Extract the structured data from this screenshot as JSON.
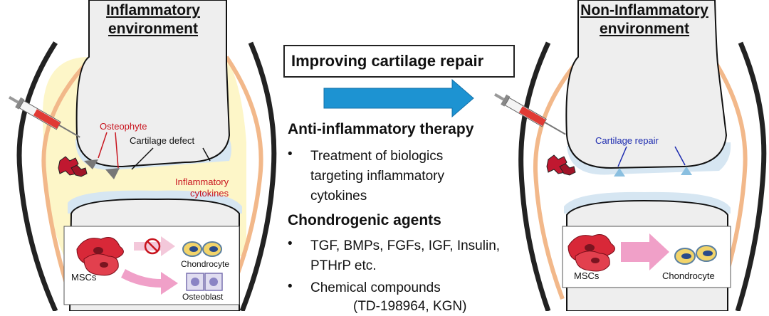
{
  "left_panel": {
    "title_line1": "Inflammatory",
    "title_line2": "environment",
    "osteophyte": "Osteophyte",
    "cartilage_defect": "Cartilage defect",
    "cytokines_line1": "Inflammatory",
    "cytokines_line2": "cytokines",
    "inset": {
      "mscs": "MSCs",
      "chondrocyte": "Chondrocyte",
      "osteoblast": "Osteoblast"
    }
  },
  "right_panel": {
    "title_line1": "Non-Inflammatory",
    "title_line2": "environment",
    "cartilage_repair": "Cartilage repair",
    "inset": {
      "mscs": "MSCs",
      "chondrocyte": "Chondrocyte"
    }
  },
  "center": {
    "box_label": "Improving cartilage repair",
    "section1": {
      "heading": "Anti-inflammatory therapy",
      "bullet1_lines": [
        "Treatment of biologics",
        "targeting inflammatory",
        "cytokines"
      ]
    },
    "section2": {
      "heading": "Chondrogenic agents",
      "bullet1_lines": [
        "TGF, BMPs, FGFs, IGF, Insulin,",
        "PTHrP etc."
      ],
      "bullet2_lines": [
        "Chemical compounds",
        "(TD-198964, KGN)"
      ]
    }
  },
  "colors": {
    "inflammation_fill": "#fdf6c8",
    "joint_capsule": "#f2b88a",
    "cartilage": "#d6e6f2",
    "bone": "#eeeeee",
    "arrow_blue": "#1d93d2",
    "cell_red": "#d82838",
    "pink_arrow": "#f0a0c8"
  }
}
